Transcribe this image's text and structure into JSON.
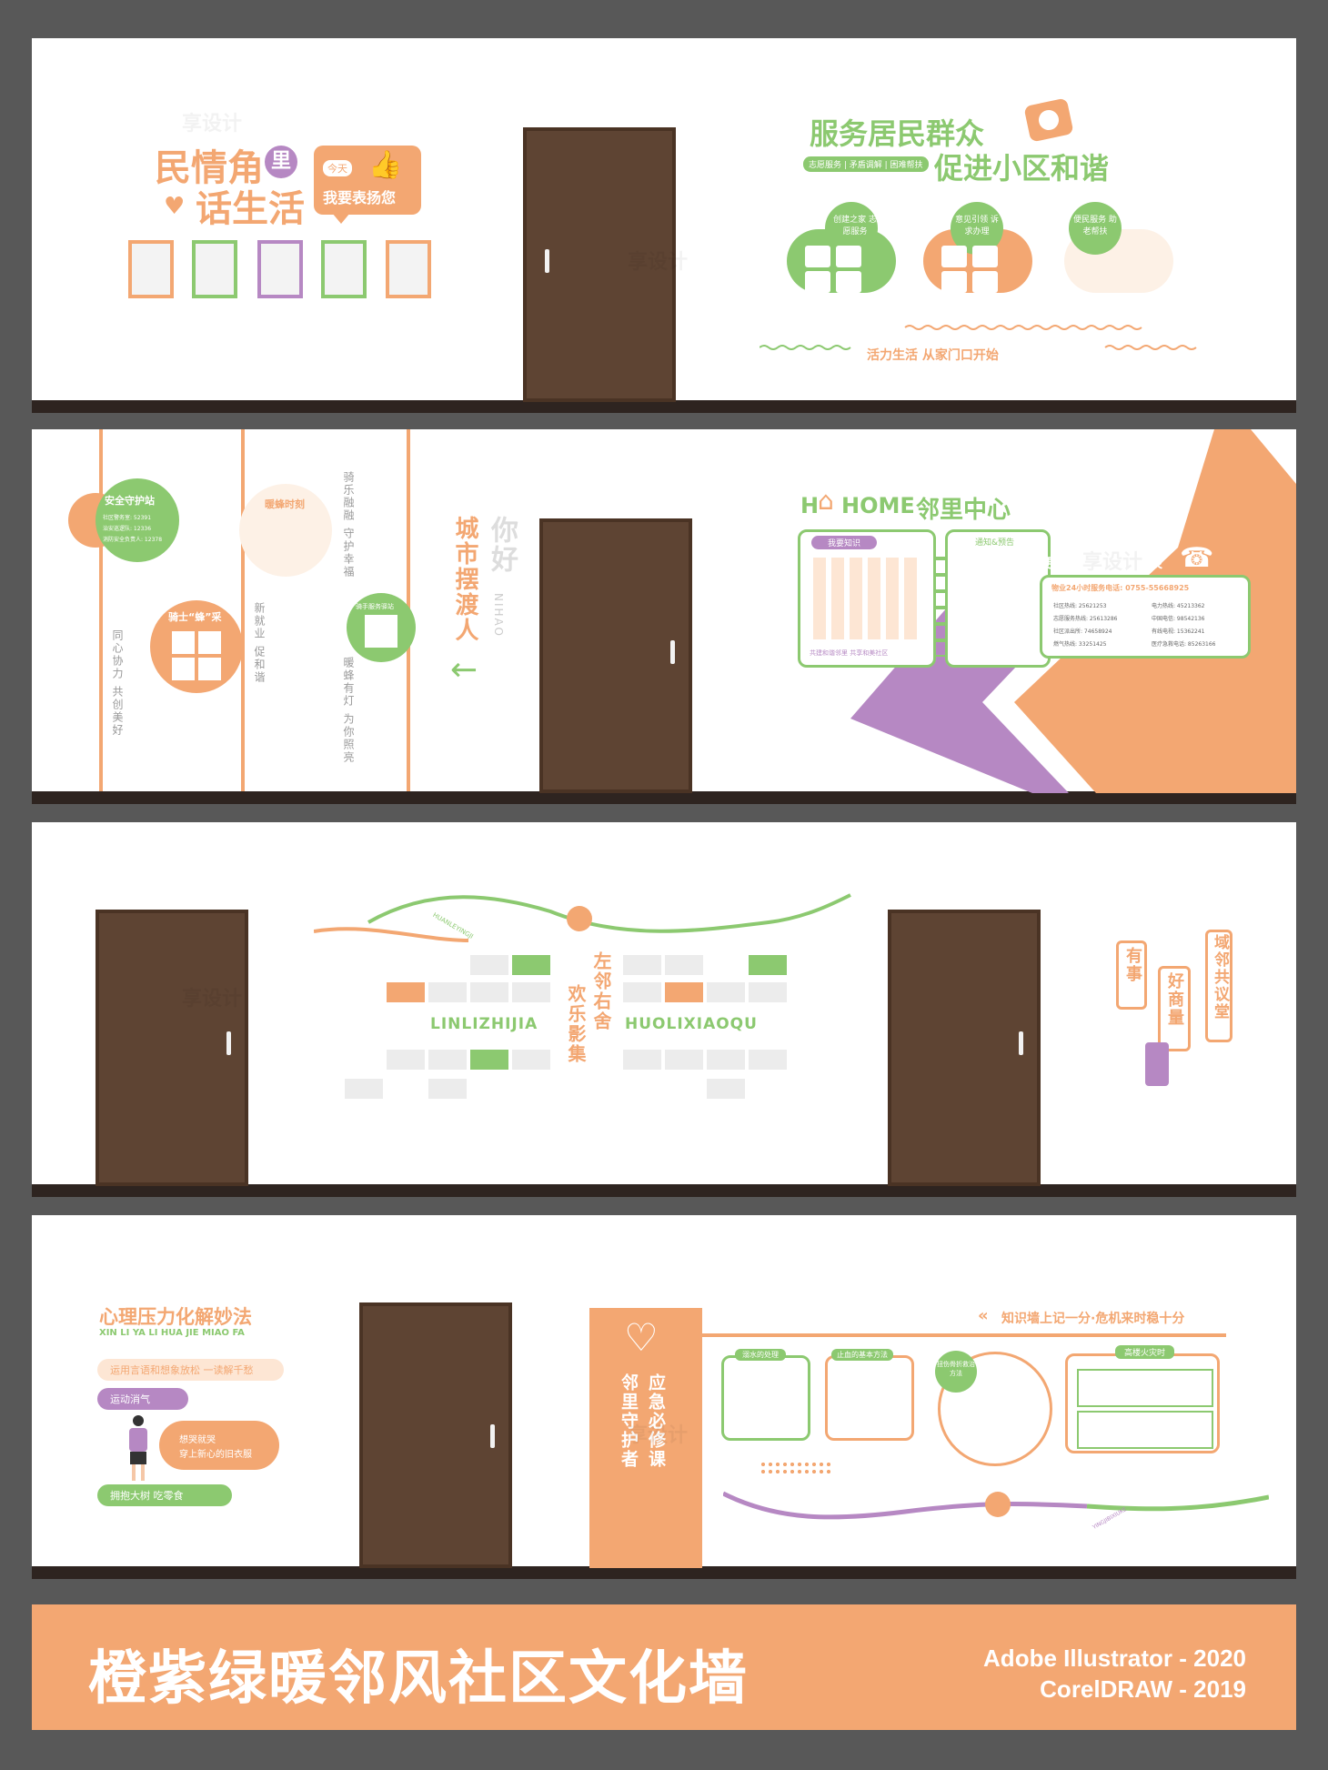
{
  "colors": {
    "orange": "#f3a772",
    "green": "#8cc970",
    "purple": "#b688c3",
    "door": "#5e4433",
    "frame_bg": "#585858"
  },
  "panel1": {
    "title_line1": "民情角",
    "title_badge": "里",
    "title_line2": "话生活",
    "bubble_top": "今天",
    "bubble_main": "我要表扬您",
    "service_title1": "服务居民群众",
    "service_title2": "促进小区和谐",
    "service_tagline": "志愿服务 | 矛盾调解 | 困难帮扶",
    "clouds": [
      {
        "label": "创建之家 志愿服务"
      },
      {
        "label": "意见引领 诉求办理"
      },
      {
        "label": "便民服务 助老帮扶"
      }
    ],
    "slogan": "活力生活 从家门口开始"
  },
  "panel2": {
    "safety_title": "安全守护站",
    "safety_lines": [
      "社区警务室: 52391",
      "治安巡逻队: 12336",
      "消防安全负责人: 12378"
    ],
    "knight_title": "骑士“蜂”采",
    "bee_title": "暖蜂时刻",
    "vert1": "骑乐融融 守护幸福",
    "vert2": "新就业 促和谐",
    "vert3": "同心协力 共创美好",
    "vert4": "暖蜂有灯 为你照亮",
    "circle_small": "骑手服务驿站",
    "nihao": "你好",
    "city": "城市摆渡人",
    "nihao_pinyin": "NIHAO",
    "home_logo": "HOME",
    "center_title": "邻里中心",
    "notice_tag": "我要知识",
    "notice_footer": "共建和谐邻里 共享和美社区",
    "card2_tag": "通知&预告",
    "phone_title": "便民服务电话查询表",
    "hotline": "物业24小时服务电话: 0755-55668925",
    "phones_left": [
      "社区热线: 25621253",
      "志愿服务热线: 25613286",
      "社区派出所: 74658924",
      "燃气热线: 33251425"
    ],
    "phones_right": [
      "电力热线: 45213362",
      "中国电信: 98542136",
      "有线电视: 15362241",
      "医疗急救电话: 85263166"
    ]
  },
  "panel3": {
    "left_pinyin": "LINLIZHIJIA",
    "right_pinyin": "HUOLIXIAOQU",
    "center_left": "左邻右舍",
    "center_right": "欢乐影集",
    "arc_text": "HUANLEYINGJI",
    "youshi": "有事",
    "haoshangliang": "好商量",
    "yulinggongyitang": "域邻共议堂"
  },
  "panel4": {
    "title": "心理压力化解妙法",
    "pinyin": "XIN LI YA LI HUA JIE MIAO FA",
    "tip1": "运用言语和想象放松   一读解千愁",
    "tip2": "运动消气",
    "tip3a": "想哭就哭",
    "tip3b": "穿上新心的旧衣服",
    "tip4": "拥抱大树   吃零食",
    "vert_a": "应急必修课",
    "vert_b": "邻里守护者",
    "knowledge": "知识墙上记一分·危机来时稳十分",
    "cards": [
      {
        "title": "溺水的处理"
      },
      {
        "title": "止血的基本方法"
      },
      {
        "title": "扭伤骨折救治方法"
      },
      {
        "title": "高楼火灾时"
      }
    ],
    "arc_text": "YINGJIBIXIUKE"
  },
  "footer": {
    "title": "橙紫绿暖邻风社区文化墙",
    "software1": "Adobe Illustrator - 2020",
    "software2": "CorelDRAW - 2019"
  },
  "watermark": "享设计"
}
